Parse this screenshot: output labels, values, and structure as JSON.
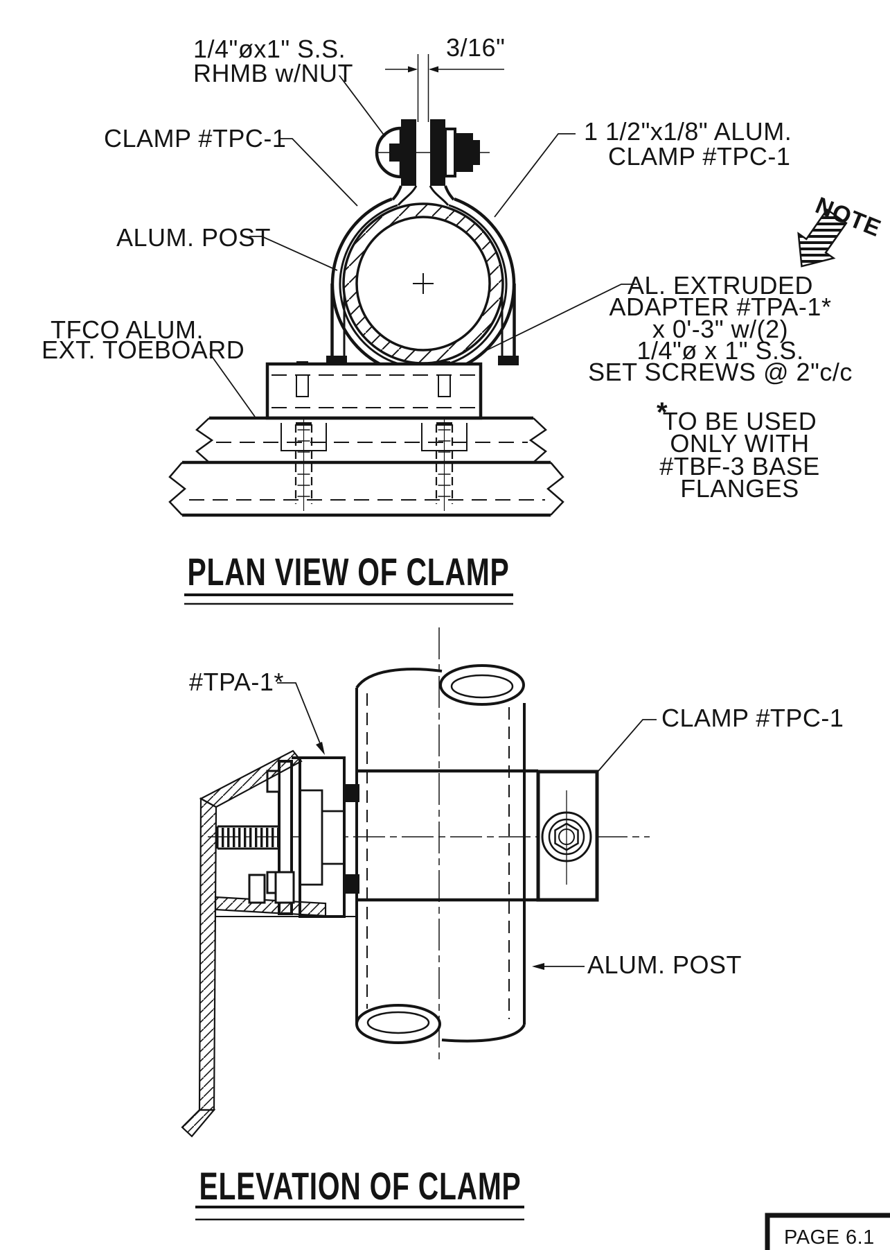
{
  "page": {
    "label": "PAGE 6.1"
  },
  "plan": {
    "title": "PLAN VIEW OF CLAMP",
    "bolt_label_1": "1/4\"øx1\" S.S.",
    "bolt_label_2": "RHMB w/NUT",
    "gap_dim": "3/16\"",
    "clamp_label": "CLAMP #TPC-1",
    "post_label": "ALUM. POST",
    "toeboard_label_1": "TFCO ALUM.",
    "toeboard_label_2": "EXT. TOEBOARD",
    "band_label_1": "1 1/2\"x1/8\" ALUM.",
    "band_label_2": "CLAMP #TPC-1",
    "note_flag": "NOTE",
    "adapter_note_1": "AL. EXTRUDED",
    "adapter_note_2": "ADAPTER #TPA-1*",
    "adapter_note_3": "x 0'-3\" w/(2)",
    "adapter_note_4": "1/4\"ø x 1\" S.S.",
    "adapter_note_5": "SET SCREWS @ 2\"c/c",
    "usage_note_star": "*",
    "usage_note_1": "TO BE USED",
    "usage_note_2": "ONLY WITH",
    "usage_note_3": "#TBF-3 BASE",
    "usage_note_4": "FLANGES"
  },
  "elevation": {
    "title": "ELEVATION OF CLAMP",
    "adapter_label": "#TPA-1*",
    "clamp_label": "CLAMP #TPC-1",
    "post_label": "ALUM. POST"
  }
}
